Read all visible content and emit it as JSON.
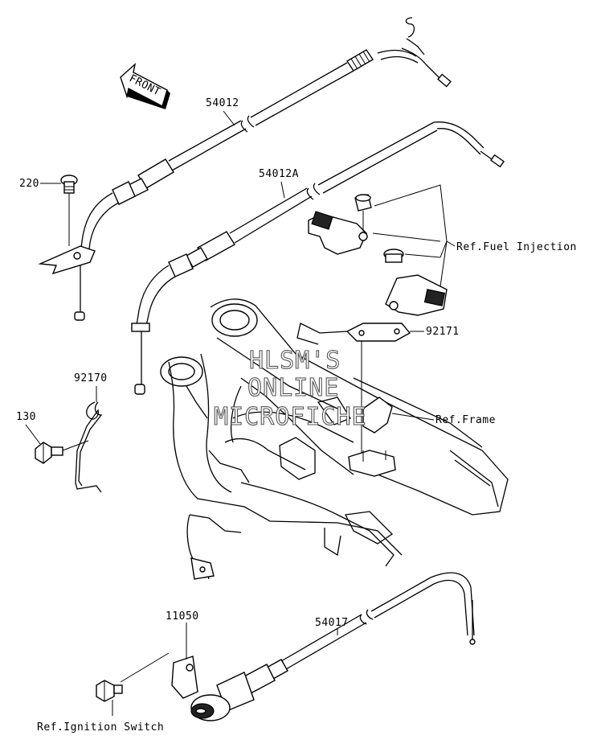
{
  "front_arrow": {
    "label": "FRONT"
  },
  "parts": {
    "p54012": "54012",
    "p54012A": "54012A",
    "p220": "220",
    "p92170": "92170",
    "p130": "130",
    "p92171": "92171",
    "p11050": "11050",
    "p54017": "54017"
  },
  "refs": {
    "fuel_injection": "Ref.Fuel Injection",
    "frame": "Ref.Frame",
    "ignition_switch": "Ref.Ignition Switch"
  },
  "watermark": {
    "line1": "HLSM'S",
    "line2": "ONLINE",
    "line3": "MICROFICHE"
  }
}
